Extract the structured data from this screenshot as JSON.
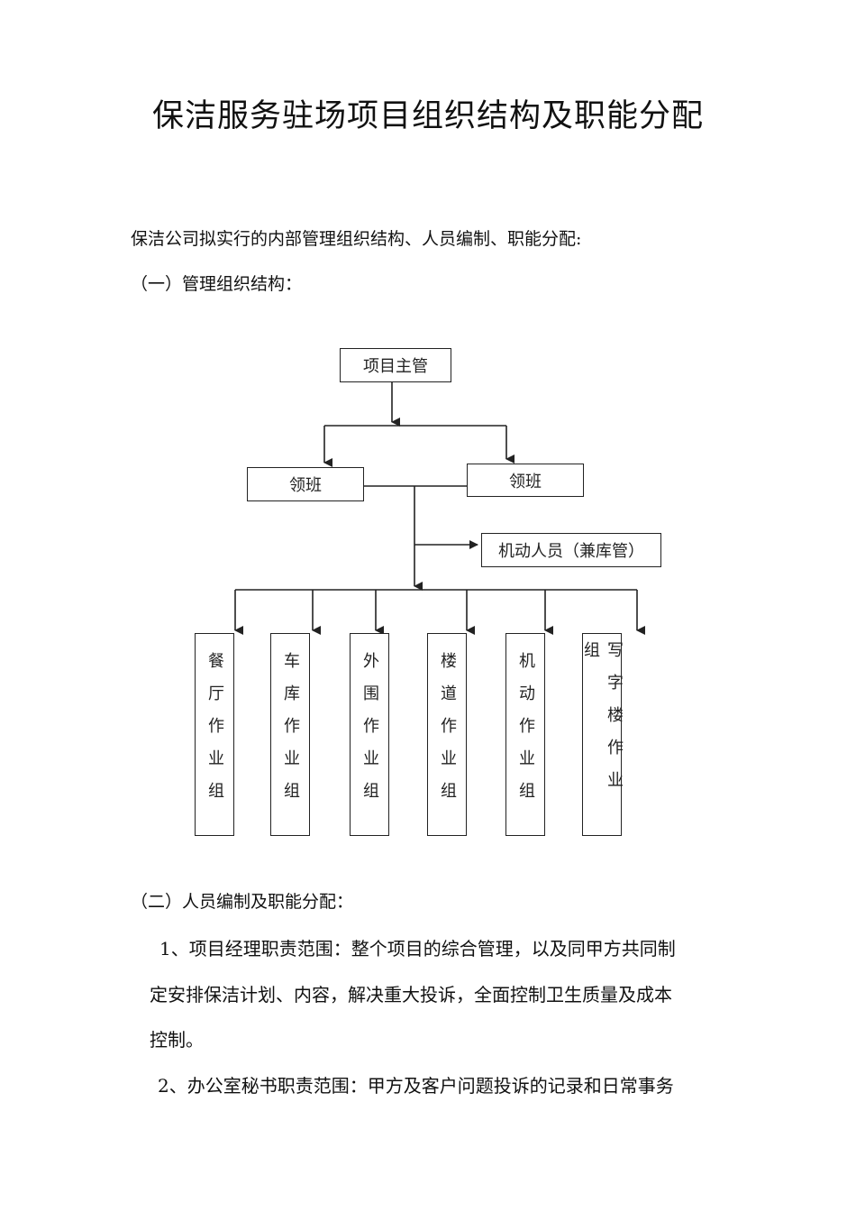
{
  "document": {
    "title": "保洁服务驻场项目组织结构及职能分配",
    "intro": "保洁公司拟实行的内部管理组织结构、人员编制、职能分配:",
    "section1_heading": "（一）管理组织结构：",
    "section2_heading": "（二）人员编制及职能分配：",
    "item1_line1": "1、项目经理职责范围：整个项目的综合管理，以及同甲方共同制",
    "item1_line2": "定安排保洁计划、内容，解决重大投诉，全面控制卫生质量及成本",
    "item1_line3": "控制。",
    "item2_line1": "2、办公室秘书职责范围：甲方及客户问题投诉的记录和日常事务"
  },
  "org_chart": {
    "top": "项目主管",
    "leader_left": "领班",
    "leader_right": "领班",
    "mobile_staff": "机动人员（兼库管）",
    "groups": [
      "餐厅作业组",
      "车库作业组",
      "外围作业组",
      "楼道作业组",
      "机动作业组",
      "写字楼作业组"
    ]
  }
}
